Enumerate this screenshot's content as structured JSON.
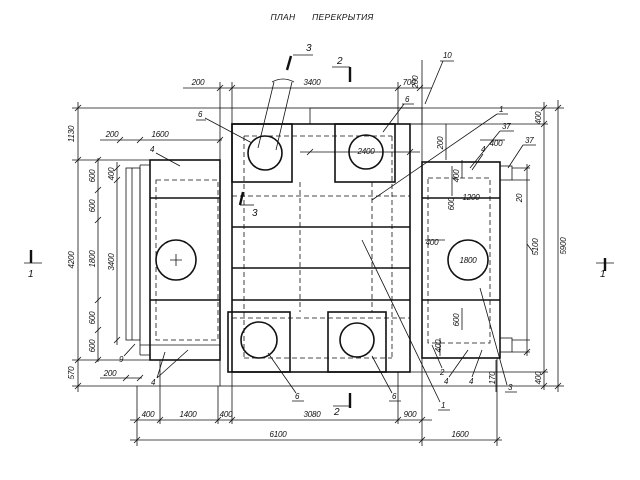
{
  "title": "ПЛАН ПЕРЕКРЫТИЯ",
  "sections": {
    "top_3": "3",
    "top_2": "2",
    "mid_3": "3",
    "bottom_2": "2",
    "left_1": "1",
    "right_1": "1"
  },
  "dims": {
    "top": [
      "200",
      "3400",
      "700"
    ],
    "top_right": "200",
    "left_top": [
      "200",
      "1600"
    ],
    "left_outer": [
      "1130",
      "4200",
      "570"
    ],
    "left_inner": [
      "600",
      "600",
      "1800",
      "600",
      "600"
    ],
    "left_mid": [
      "400",
      "3400"
    ],
    "left_bottom": "200",
    "bottom_row1": [
      "400",
      "1400",
      "400",
      "3080",
      "900"
    ],
    "bottom_row2": [
      "6100",
      "1600"
    ],
    "right_outer": [
      "400",
      "5900",
      "400"
    ],
    "right_mid": [
      "20",
      "5100"
    ],
    "right_inner": [
      "200",
      "400",
      "400",
      "600",
      "1200",
      "400",
      "600",
      "400",
      "170"
    ],
    "circles": [
      "2400",
      "1800"
    ]
  },
  "callouts": [
    "10",
    "6",
    "6",
    "1",
    "37",
    "37",
    "4",
    "4",
    "9",
    "4",
    "6",
    "6",
    "2",
    "4",
    "4",
    "3",
    "1"
  ]
}
